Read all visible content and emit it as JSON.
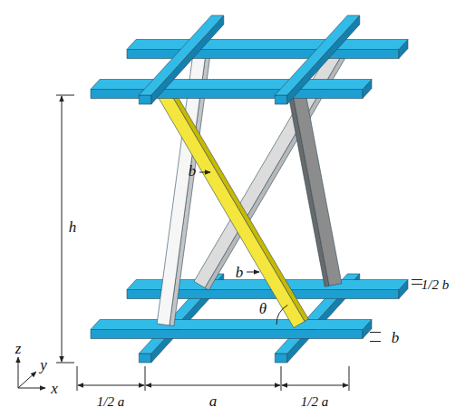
{
  "diagram": {
    "labels": [
      "h",
      "b",
      "b",
      "1/2 b",
      "b",
      "θ",
      "1/2 a",
      "a",
      "1/2 a",
      "z",
      "y",
      "x"
    ]
  }
}
